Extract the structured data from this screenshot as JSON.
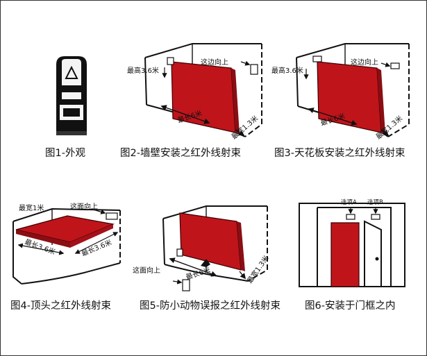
{
  "colors": {
    "beam": "#c0141b",
    "beam_edge": "#3a0000",
    "ink": "#111111"
  },
  "captions": {
    "fig1": "图1-外观",
    "fig2": "图2-墙壁安装之红外线射束",
    "fig3": "图3-天花板安装之红外线射束",
    "fig4": "图4-顶头之红外线射束",
    "fig5": "图5-防小动物误报之红外线射束",
    "fig6": "图6-安装于门框之内"
  },
  "labels": {
    "max_height": "最高3.6米",
    "this_side_up": "这边向上",
    "this_face_up": "这面向上",
    "max_length_6": "最长6米",
    "max_width_13": "最宽1.3米",
    "max_width_1": "最宽1米",
    "max_length_36": "最长3.6米",
    "option_a": "选项A",
    "option_b": "选项B"
  }
}
